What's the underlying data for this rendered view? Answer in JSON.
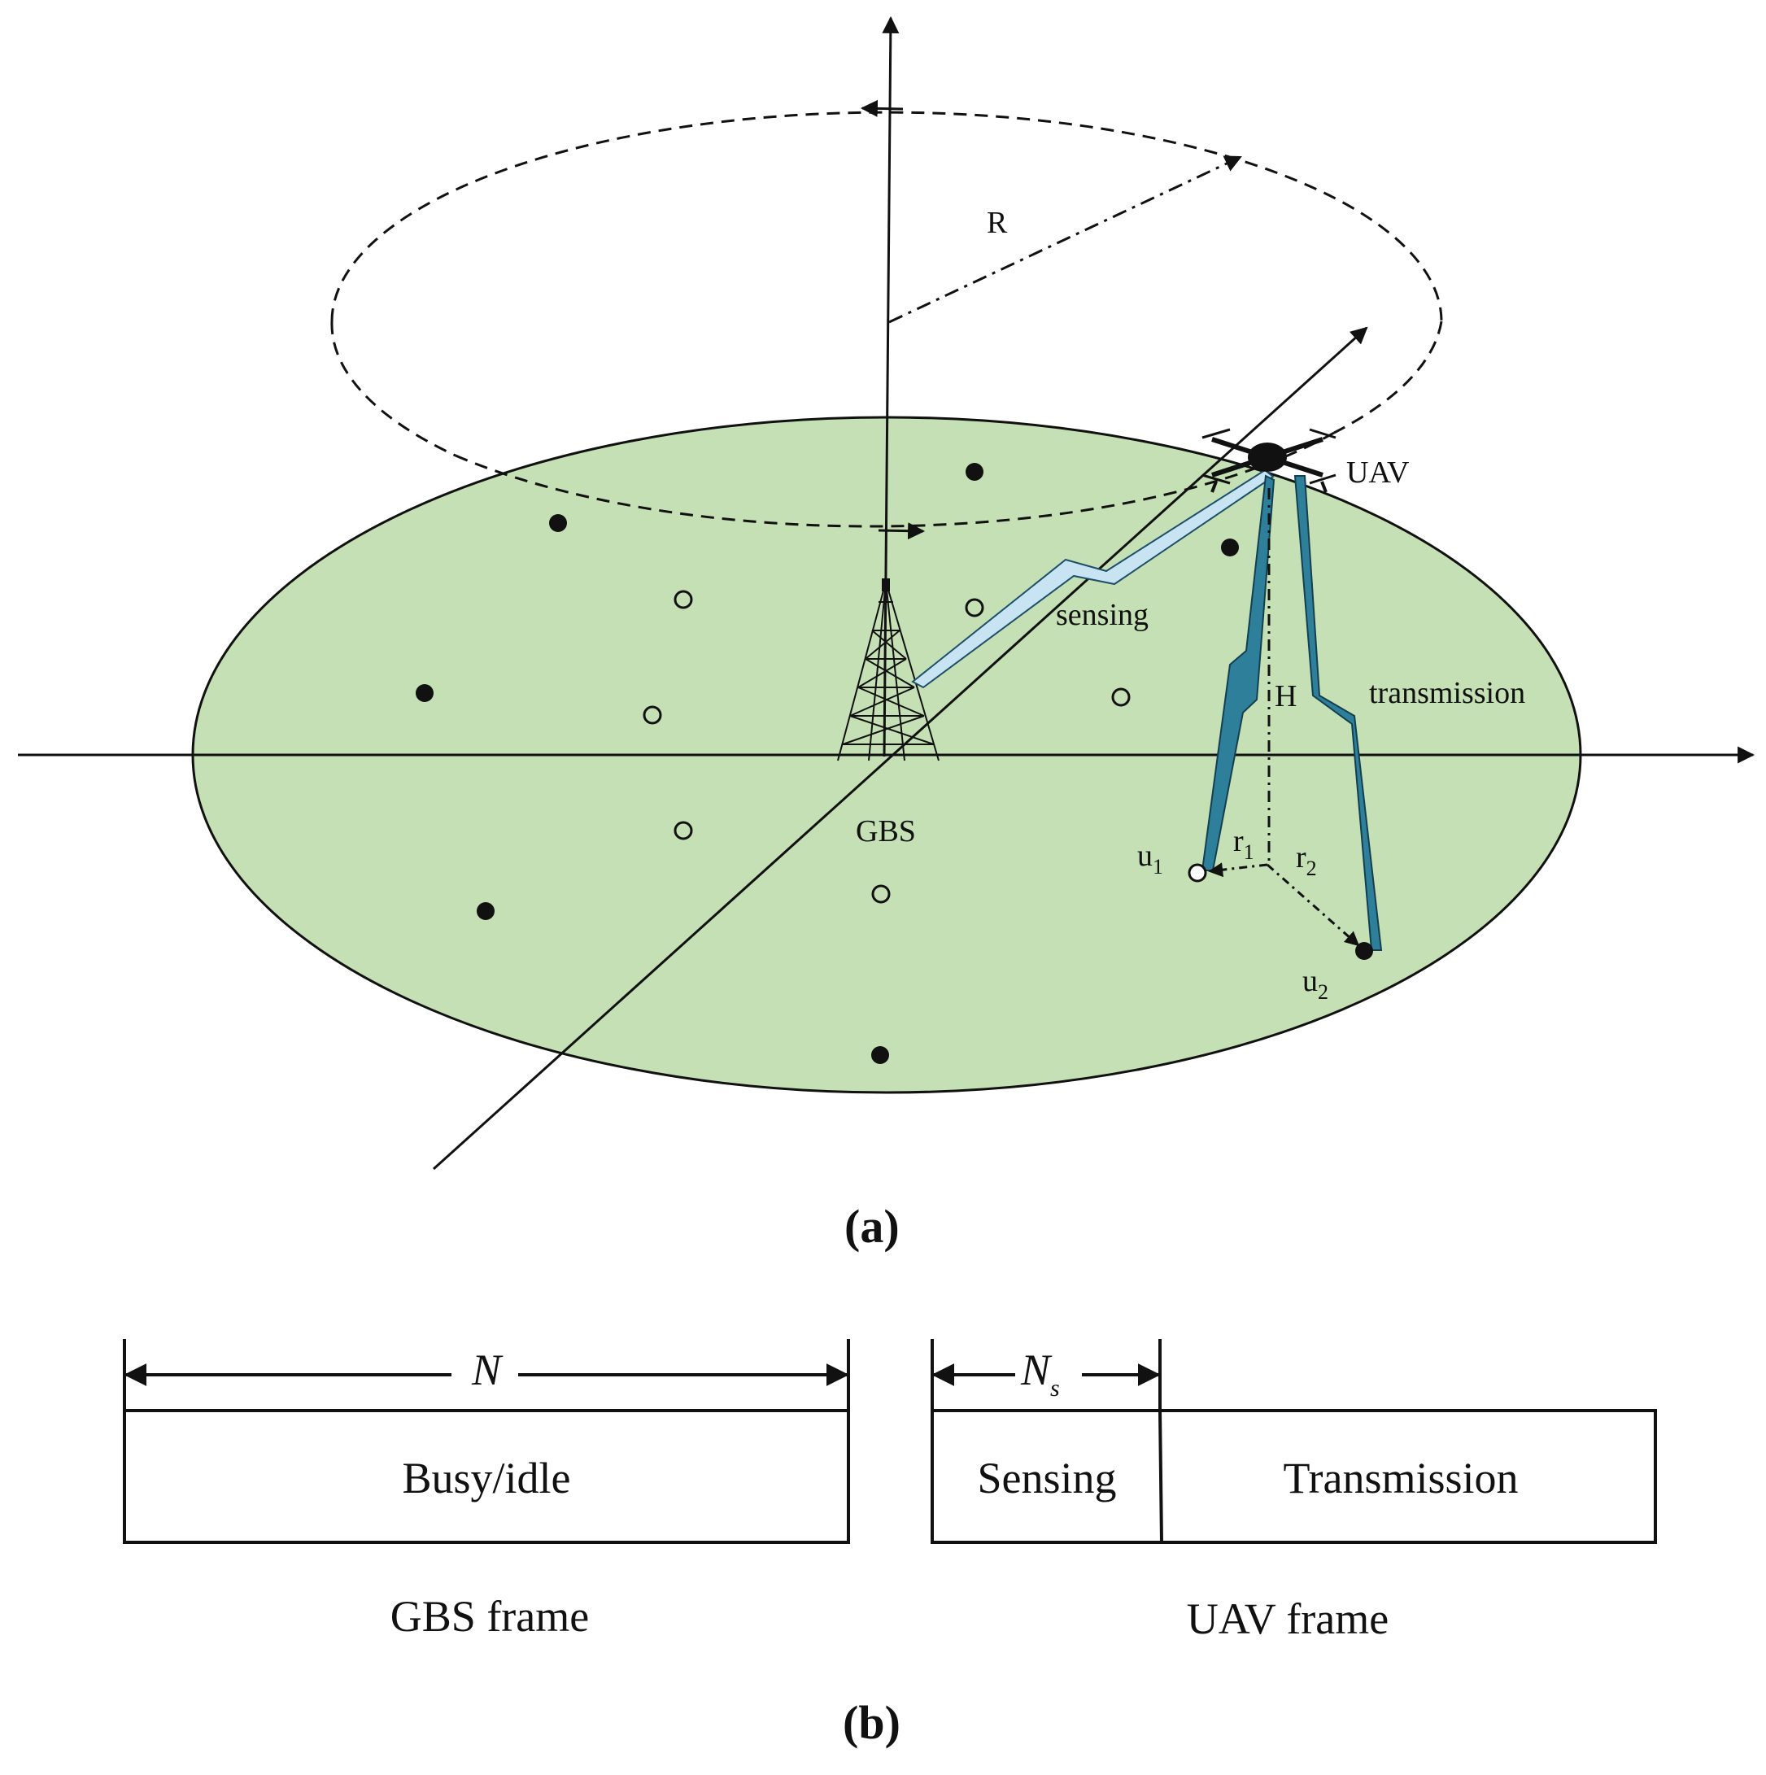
{
  "panel_a": {
    "caption": "(a)",
    "labels": {
      "radius": "R",
      "uav": "UAV",
      "sensing": "sensing",
      "transmission": "transmission",
      "height": "H",
      "gbs": "GBS",
      "r1": "r",
      "r1_sub": "1",
      "r2": "r",
      "r2_sub": "2",
      "u1": "u",
      "u1_sub": "1",
      "u2": "u",
      "u2_sub": "2"
    },
    "colors": {
      "ground": "#c5e0b4",
      "sensing_bolt": "#c8e4f3",
      "transmission_bolt": "#2e7f9a",
      "line": "#111111"
    }
  },
  "panel_b": {
    "caption": "(b)",
    "gbs_frame": {
      "length_label": "N",
      "block_label": "Busy/idle",
      "frame_label": "GBS frame"
    },
    "uav_frame": {
      "sensing_length_label": "N",
      "sensing_length_sub": "s",
      "sensing_label": "Sensing",
      "transmission_label": "Transmission",
      "frame_label": "UAV frame"
    }
  }
}
